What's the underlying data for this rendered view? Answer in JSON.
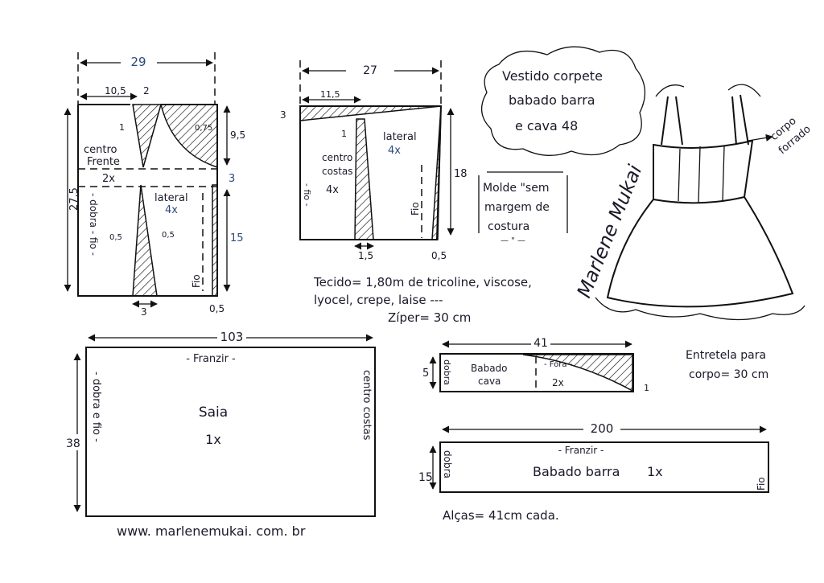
{
  "front_bodice": {
    "width": "29",
    "left_seg": "10,5",
    "dart_top": "2",
    "height": "27,5",
    "upper_side": "9,5",
    "band": "3",
    "lower_side": "15",
    "hem_out": "0,5",
    "dart_bottom": "3",
    "dart_left": "0,5",
    "dart_right": "0,5",
    "curve": "0,75",
    "point": "1",
    "center_label": "centro",
    "center_label2": "Frente",
    "center_count": "2x",
    "side_label": "lateral",
    "side_count": "4x",
    "fold": "- dobra - fio -",
    "grain": "Fio"
  },
  "back_bodice": {
    "width": "27",
    "left_seg": "11,5",
    "top_drop": "3",
    "point": "1",
    "height": "18",
    "center_label": "centro",
    "center_label2": "costas",
    "center_count": "4x",
    "side_label": "lateral",
    "side_count": "4x",
    "grain_left": "- fio -",
    "grain": "Fio",
    "dart_bottom": "1,5",
    "hem_out": "0,5"
  },
  "title": {
    "line1": "Vestido corpete",
    "line2": "babado barra",
    "line3": "e cava 48"
  },
  "note": {
    "line1": "Molde \"sem",
    "line2": "margem de",
    "line3": "costura",
    "line4": "— \" —"
  },
  "materials": {
    "line1": "Tecido= 1,80m de tricoline, viscose,",
    "line2": "lyocel, crepe, laise ---",
    "line3": "Zíper= 30 cm"
  },
  "sketch": {
    "signature": "Marlene Mukai",
    "lining1": "corpo",
    "lining2": "forrado"
  },
  "interfacing": {
    "line1": "Entretela para",
    "line2": "corpo= 30 cm"
  },
  "skirt": {
    "width": "103",
    "height": "38",
    "gather": "- Franzir -",
    "name": "Saia",
    "count": "1x",
    "fold": "- dobra e fio -",
    "center": "centro costas"
  },
  "armhole_ruffle": {
    "width": "41",
    "height": "5",
    "fold": "dobra",
    "name1": "Babado",
    "name2": "cava",
    "cut": "- Fora -",
    "count": "2x",
    "point": "1"
  },
  "hem_ruffle": {
    "width": "200",
    "height": "15",
    "gather": "- Franzir -",
    "name": "Babado barra",
    "count": "1x",
    "fold": "dobra",
    "grain": "Fio"
  },
  "straps": "Alças= 41cm cada.",
  "website": "www. marlenemukai. com. br"
}
